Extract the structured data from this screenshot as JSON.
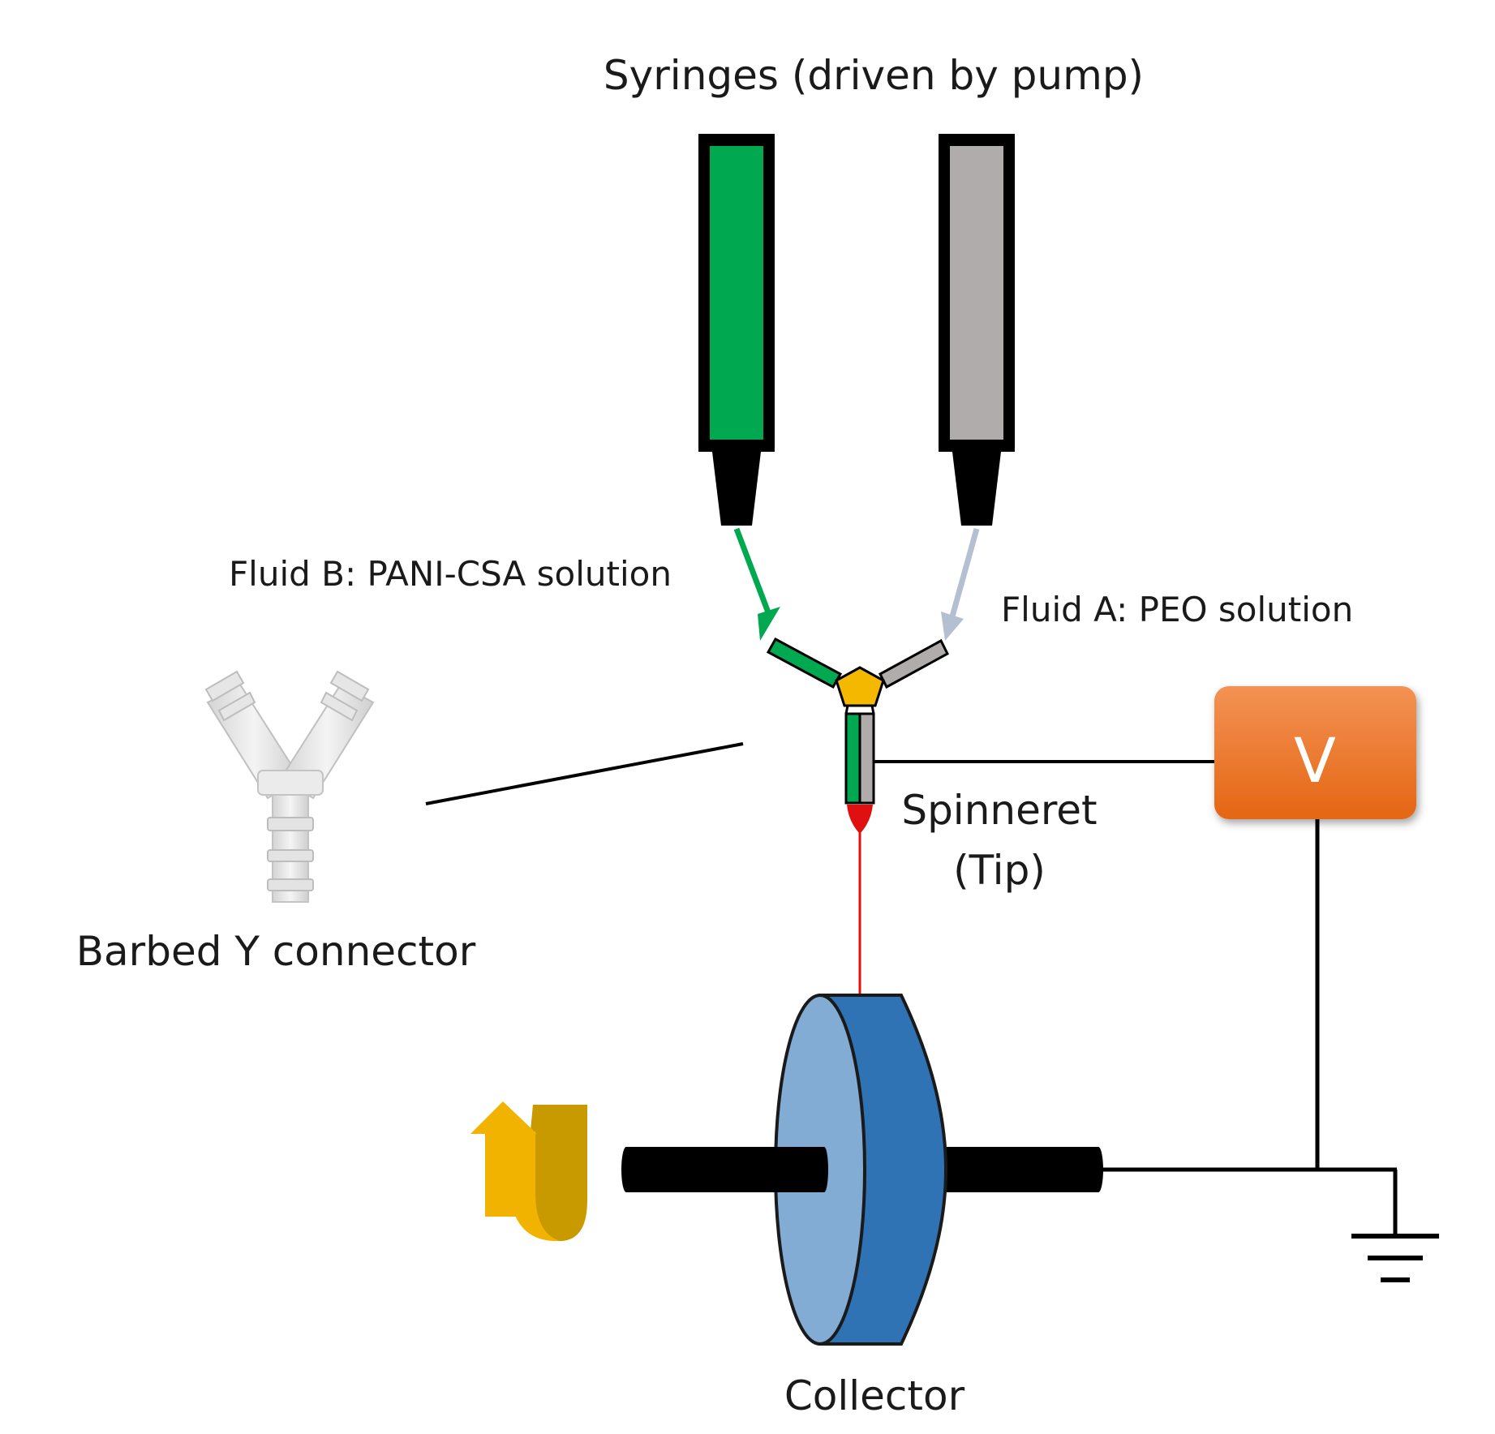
{
  "labels": {
    "syringes": "Syringes (driven by pump)",
    "fluid_b": "Fluid B: PANI-CSA solution",
    "fluid_a": "Fluid A: PEO solution",
    "spinneret_line1": "Spinneret",
    "spinneret_line2": "(Tip)",
    "voltage": "V",
    "barbed_connector": "Barbed Y connector",
    "collector": "Collector"
  },
  "colors": {
    "fluid_b": "#00a84f",
    "fluid_a": "#b0acab",
    "arrow_a": "#b4bfd2",
    "junction": "#f5b800",
    "jet": "#e01010",
    "voltage_box": "#ee7a2e",
    "collector_face": "#82acd4",
    "collector_side": "#2f73b4",
    "rotation_arrow": "#f2b200"
  },
  "icons": [
    "y-connector-photo-icon",
    "rotation-arrow-icon",
    "ground-symbol-icon"
  ]
}
